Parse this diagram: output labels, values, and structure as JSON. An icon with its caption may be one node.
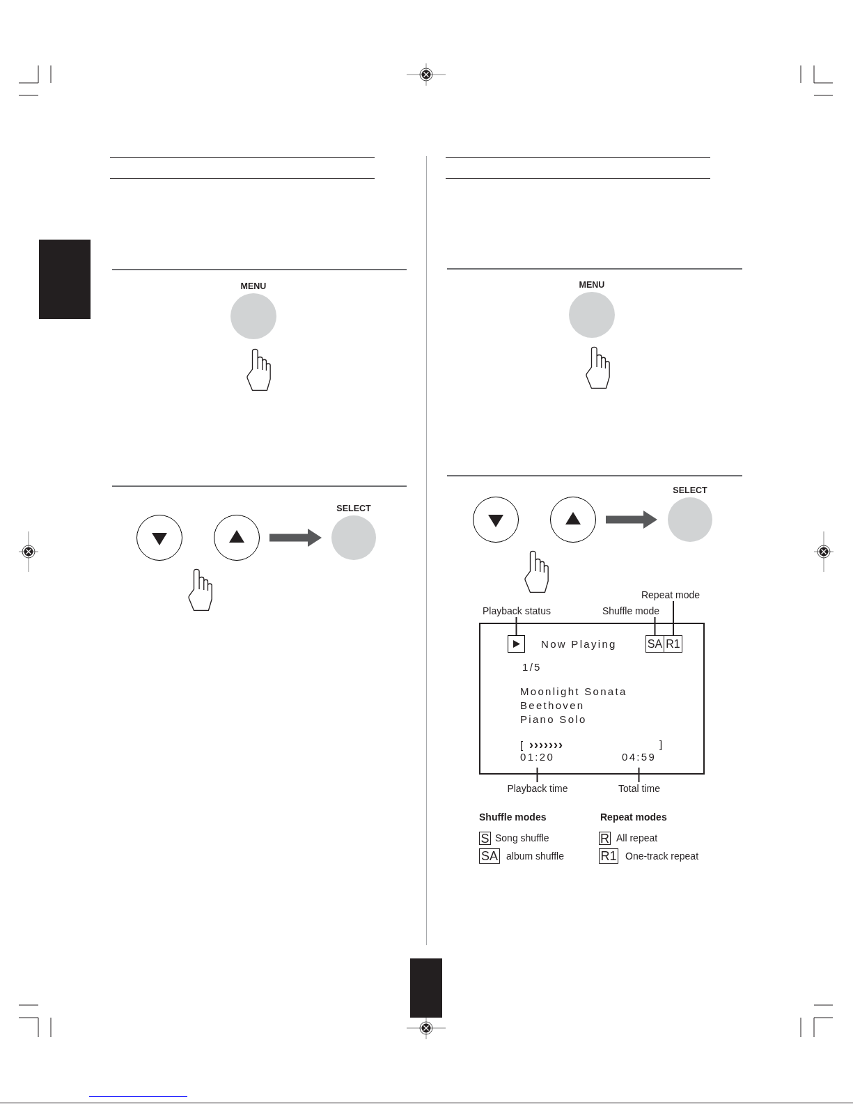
{
  "diagram": {
    "nodes": [
      {
        "text": [
          "MENU"
        ]
      },
      {
        "text": [],
        "shape": "circle"
      },
      {
        "text": [],
        "shape": "circle"
      },
      {
        "text": [
          "SELECT"
        ]
      },
      {
        "text": [
          "MENU"
        ]
      },
      {
        "text": [],
        "shape": "circle"
      },
      {
        "text": [],
        "shape": "circle"
      },
      {
        "text": [
          "SELECT"
        ]
      },
      {
        "text": [
          "Repeat mode"
        ]
      },
      {
        "text": [
          "Playback status"
        ]
      },
      {
        "text": [
          "Shuffle mode"
        ]
      },
      {
        "text": [
          "Now Playing",
          "1/5",
          "Moonlight Sonata",
          "Beethoven",
          "Piano Solo",
          "[ **›››››››**",
          "]"
        ]
      },
      {
        "text": [],
        "shape": "box",
        "in": 11
      },
      {
        "text": [
          "SA"
        ],
        "in": 11
      },
      {
        "text": [
          "R1"
        ],
        "in": 11
      },
      {
        "text": [
          "01:20"
        ],
        "in": 11
      },
      {
        "text": [
          "04:59"
        ],
        "in": 11
      },
      {
        "text": [
          "Playback time"
        ]
      },
      {
        "text": [
          "Total time"
        ]
      },
      {
        "text": [
          "S"
        ],
        "beside": [
          "Song shuffle"
        ]
      },
      {
        "text": [
          "SA"
        ],
        "beside": [
          "album shuffle"
        ]
      },
      {
        "text": [
          "R"
        ],
        "beside": [
          "All repeat"
        ]
      },
      {
        "text": [
          "R1"
        ],
        "beside": [
          "One-track repeat"
        ]
      }
    ],
    "edges": [
      {
        "from": 2,
        "to": 3,
        "arrow": "to",
        "style": "thick",
        "color": "#58595b"
      },
      {
        "from": 6,
        "to": 7,
        "arrow": "to",
        "style": "thick",
        "color": "#58595b"
      },
      {
        "from": 8,
        "to": 14,
        "arrow": "none"
      },
      {
        "from": 9,
        "to": 12,
        "arrow": "none"
      },
      {
        "from": 10,
        "to": 13,
        "arrow": "none"
      },
      {
        "from": 17,
        "to": 15,
        "arrow": "none"
      },
      {
        "from": 18,
        "to": 16,
        "arrow": "none"
      }
    ],
    "labels": [
      "Shuffle modes",
      "Repeat modes"
    ]
  }
}
